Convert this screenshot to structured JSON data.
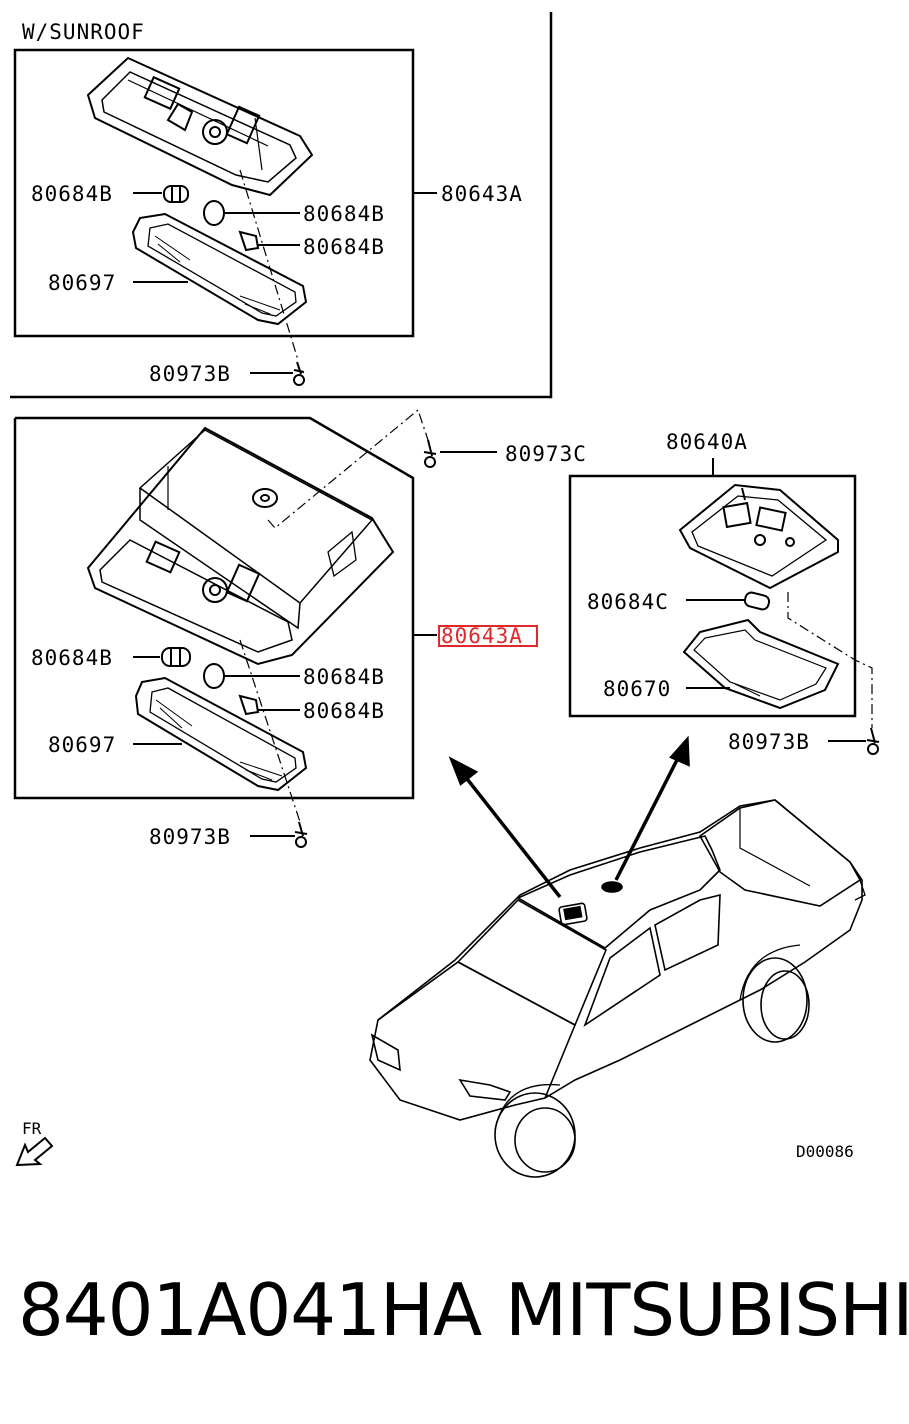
{
  "diagram_code": "D00086",
  "orientation_label": "FR",
  "upper_section": {
    "title": "W/SUNROOF",
    "labels": {
      "assembly": "80643A",
      "bulb_left": "80684B",
      "bulb_mid": "80684B",
      "bulb_right": "80684B",
      "lens": "80697",
      "screw": "80973B"
    }
  },
  "middle_section": {
    "labels": {
      "screw_top": "80973C",
      "assembly": "80643A",
      "bulb_left": "80684B",
      "bulb_mid": "80684B",
      "bulb_right": "80684B",
      "lens": "80697",
      "screw_bottom": "80973B"
    },
    "highlighted_label": "80643A",
    "highlight_color": "#e0282a"
  },
  "right_section": {
    "labels": {
      "assembly": "80640A",
      "bulb": "80684C",
      "lens": "80670",
      "screw": "80973B"
    }
  },
  "footer": {
    "part_number": "8401A041HA",
    "brand": "MITSUBISHI"
  }
}
